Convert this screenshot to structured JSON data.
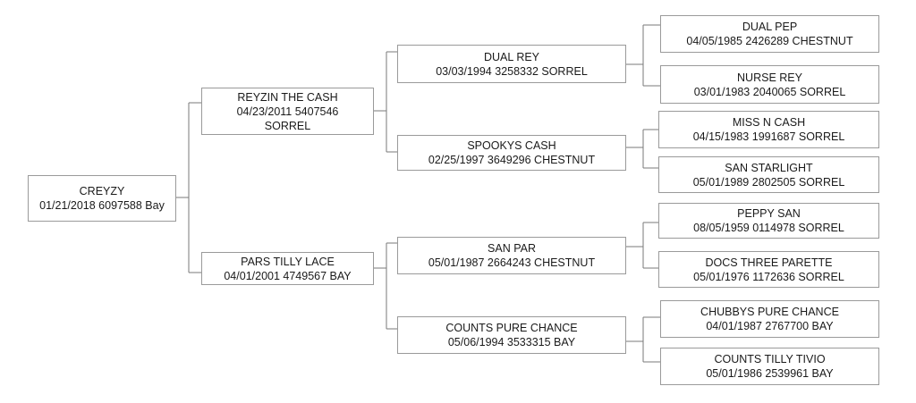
{
  "pedigree": {
    "subject": {
      "name": "CREYZY",
      "details": "01/21/2018 6097588 Bay"
    },
    "sire": {
      "name": "REYZIN THE CASH",
      "details_line1": "04/23/2011 5407546",
      "details_line2": "SORREL"
    },
    "dam": {
      "name": "PARS TILLY LACE",
      "details": "04/01/2001 4749567 BAY"
    },
    "sire_sire": {
      "name": "DUAL REY",
      "details": "03/03/1994 3258332 SORREL"
    },
    "sire_dam": {
      "name": "SPOOKYS CASH",
      "details": "02/25/1997 3649296 CHESTNUT"
    },
    "dam_sire": {
      "name": "SAN PAR",
      "details": "05/01/1987 2664243 CHESTNUT"
    },
    "dam_dam": {
      "name": "COUNTS PURE CHANCE",
      "details": "05/06/1994 3533315 BAY"
    },
    "ss_sire": {
      "name": "DUAL PEP",
      "details": "04/05/1985 2426289 CHESTNUT"
    },
    "ss_dam": {
      "name": "NURSE REY",
      "details": "03/01/1983 2040065 SORREL"
    },
    "sd_sire": {
      "name": "MISS N CASH",
      "details": "04/15/1983 1991687 SORREL"
    },
    "sd_dam": {
      "name": "SAN STARLIGHT",
      "details": "05/01/1989 2802505 SORREL"
    },
    "ds_sire": {
      "name": "PEPPY SAN",
      "details": "08/05/1959 0114978 SORREL"
    },
    "ds_dam": {
      "name": "DOCS THREE PARETTE",
      "details": "05/01/1976 1172636 SORREL"
    },
    "dd_sire": {
      "name": "CHUBBYS PURE CHANCE",
      "details": "04/01/1987 2767700 BAY"
    },
    "dd_dam": {
      "name": "COUNTS TILLY TIVIO",
      "details": "05/01/1986 2539961 BAY"
    }
  }
}
